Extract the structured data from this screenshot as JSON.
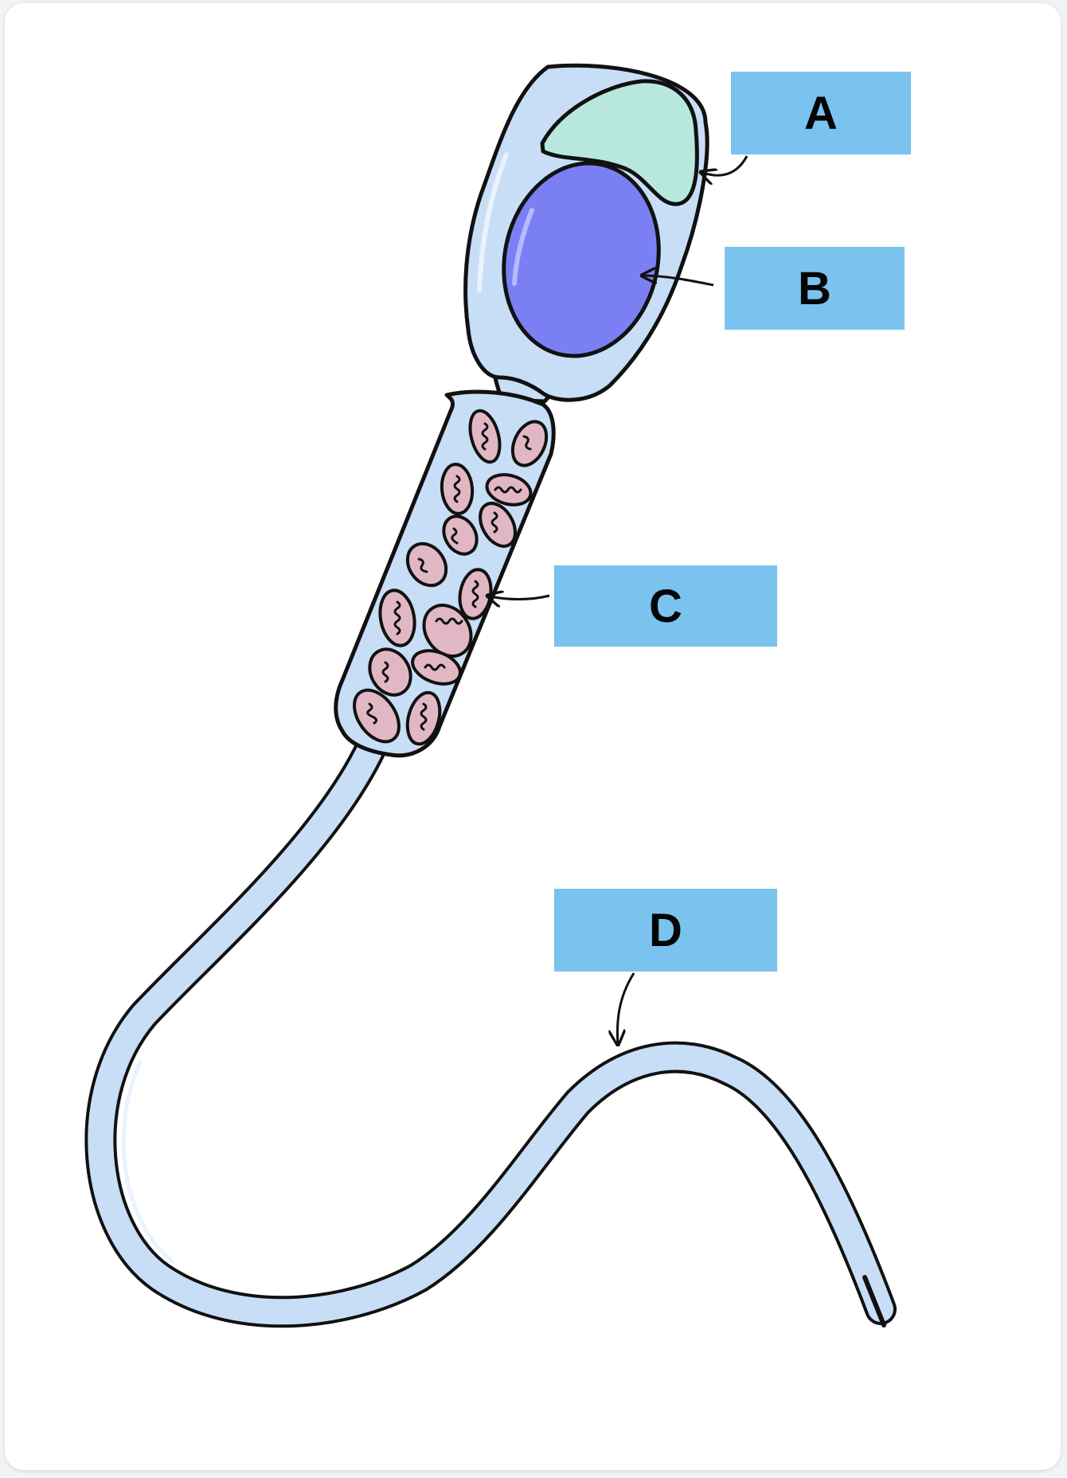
{
  "diagram": {
    "labels": [
      {
        "id": "A",
        "text": "A"
      },
      {
        "id": "B",
        "text": "B"
      },
      {
        "id": "C",
        "text": "C"
      },
      {
        "id": "D",
        "text": "D"
      }
    ]
  },
  "colors": {
    "label_fill": "#7ac3ef",
    "cell_fill": "#c7def6",
    "acrosome": "#b8e8dd",
    "nucleus": "#7a80f4",
    "mitochondria": "#e2b7c4",
    "outline": "#111111"
  }
}
